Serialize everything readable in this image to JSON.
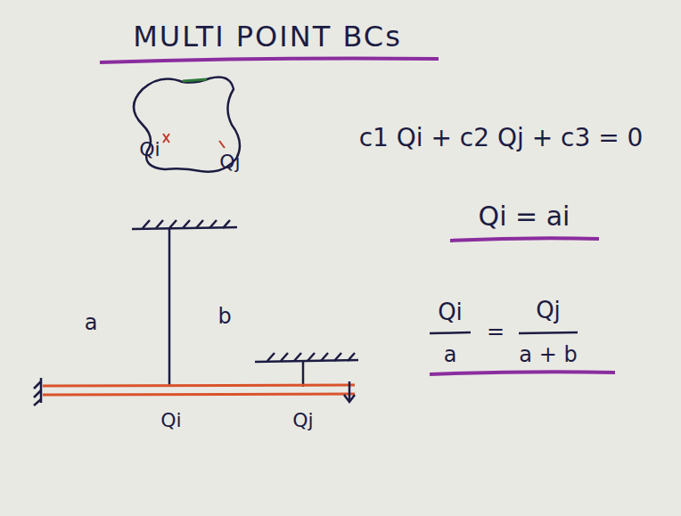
{
  "diagram": {
    "title": "MULTI POINT BCs",
    "labels": [
      "Qi",
      "Qj",
      "c1 Qi + c2 Qj + c3 = 0",
      "Qi = ai",
      "a",
      "b",
      "Qi",
      "=",
      "Qj",
      "a",
      "a + b",
      "Qi",
      "Qj"
    ]
  }
}
